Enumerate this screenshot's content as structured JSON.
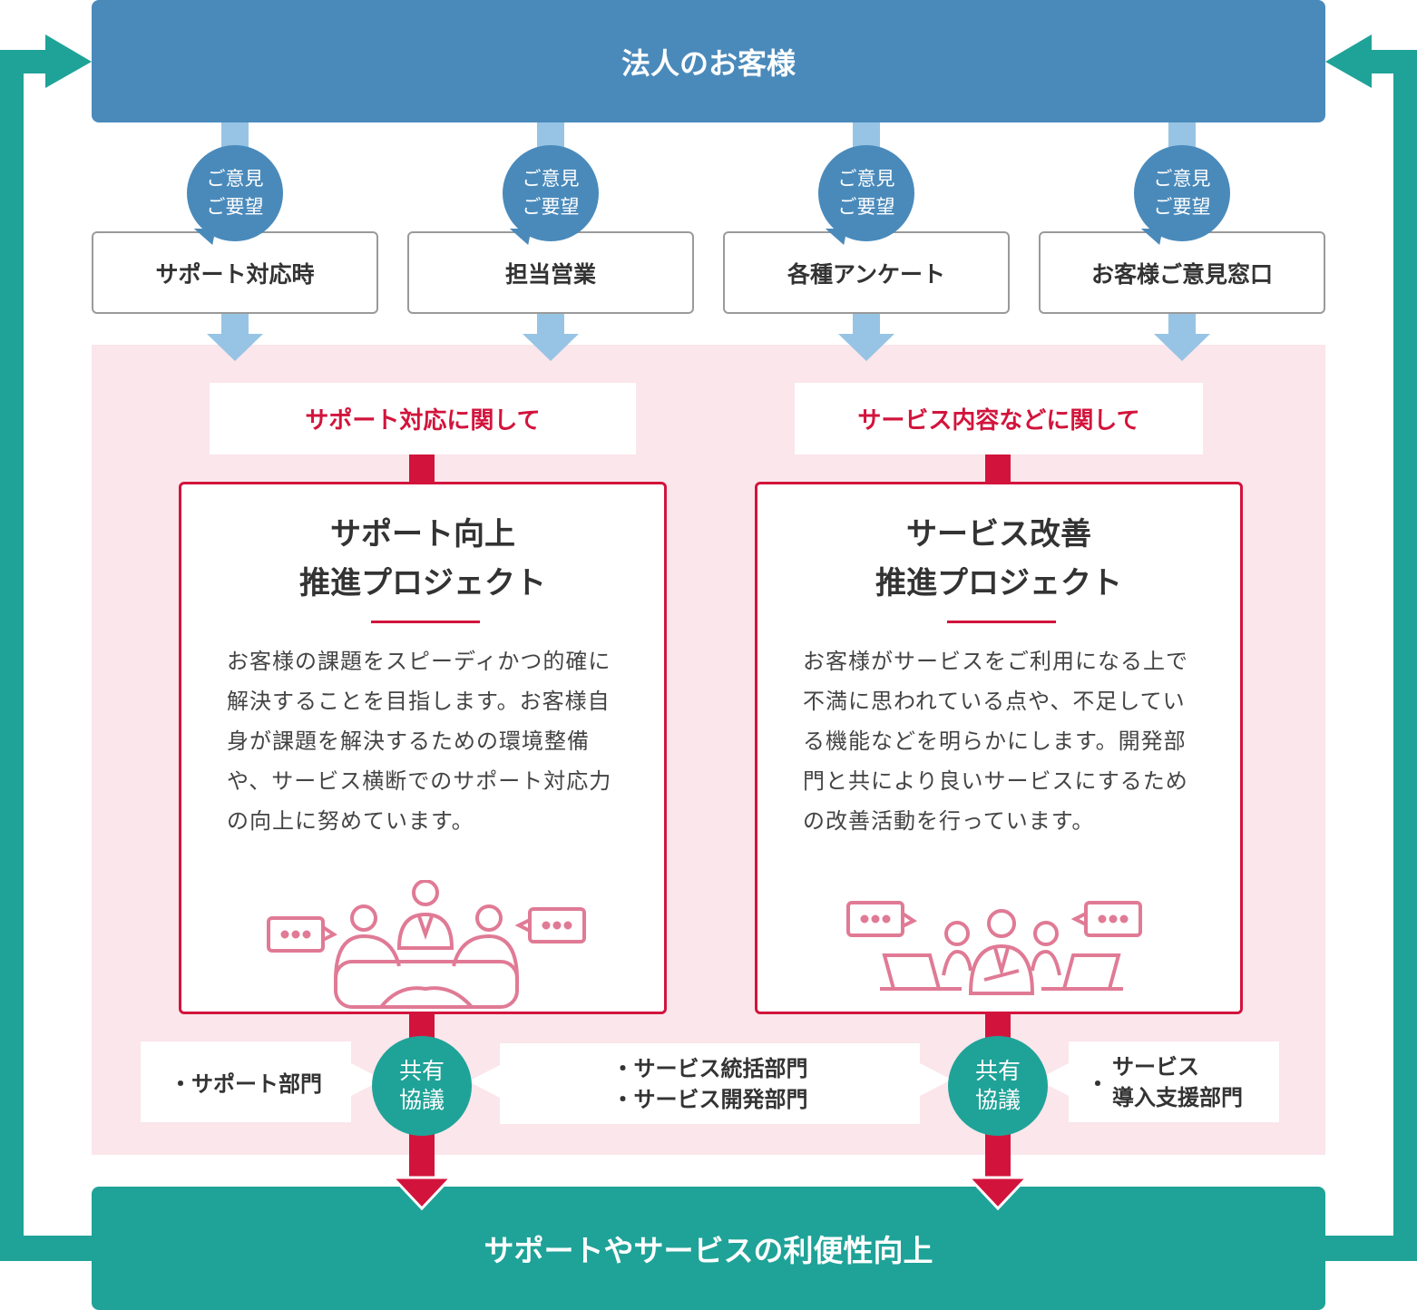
{
  "top_title": "法人のお客様",
  "bubble": {
    "line1": "ご意見",
    "line2": "ご要望"
  },
  "sources": [
    "サポート対応時",
    "担当営業",
    "各種アンケート",
    "お客様ご意見窓口"
  ],
  "labels": [
    "サポート対応に関して",
    "サービス内容などに関して"
  ],
  "projects": [
    {
      "title1": "サポート向上",
      "title2": "推進プロジェクト",
      "body": "お客様の課題をスピーディかつ的確に解決することを目指します。お客様自身が課題を解決するための環境整備や、サービス横断でのサポート対応力の向上に努めています。"
    },
    {
      "title1": "サービス改善",
      "title2": "推進プロジェクト",
      "body": "お客様がサービスをご利用になる上で不満に思われている点や、不足している機能などを明らかにします。開発部門と共により良いサービスにするための改善活動を行っています。"
    }
  ],
  "share": {
    "line1": "共有",
    "line2": "協議"
  },
  "departments": {
    "left": "・サポート部門",
    "center": [
      "・サービス統括部門",
      "・サービス開発部門"
    ],
    "right": [
      "サービス",
      "導入支援部門"
    ],
    "right_bullet": "・"
  },
  "bottom_title": "サポートやサービスの利便性向上",
  "colors": {
    "blue": "#4a8abb",
    "light_blue": "#97c4e4",
    "teal": "#1fa398",
    "crimson": "#d2143c",
    "pink_bg": "#fae6eb"
  }
}
